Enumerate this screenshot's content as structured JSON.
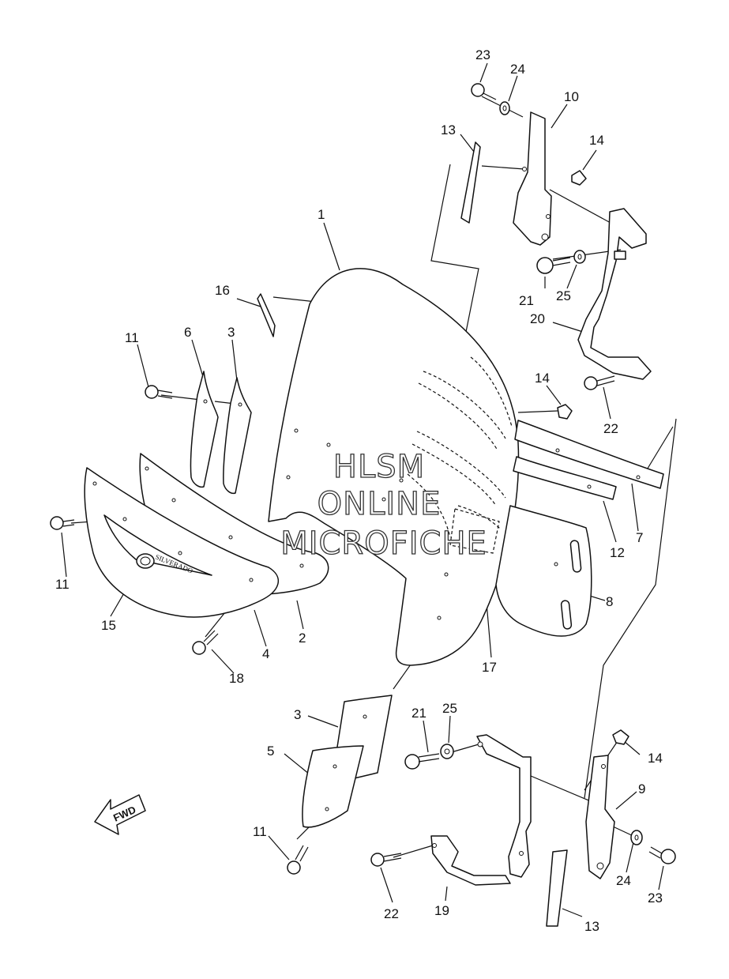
{
  "watermark": {
    "line1": "HLSM",
    "line2": "ONLINE",
    "line3": "MICROFICHE"
  },
  "direction_arrow": {
    "label": "FWD",
    "icon": "arrow-left-icon"
  },
  "emblem_text": "SILVERADO",
  "callouts": {
    "c1": "1",
    "c2": "2",
    "c3a": "3",
    "c3b": "3",
    "c4": "4",
    "c5": "5",
    "c6": "6",
    "c7": "7",
    "c8": "8",
    "c9": "9",
    "c10": "10",
    "c11a": "11",
    "c11b": "11",
    "c11c": "11",
    "c12": "12",
    "c13a": "13",
    "c13b": "13",
    "c14a": "14",
    "c14b": "14",
    "c14c": "14",
    "c15": "15",
    "c16": "16",
    "c17": "17",
    "c18": "18",
    "c19": "19",
    "c20": "20",
    "c21a": "21",
    "c21b": "21",
    "c22a": "22",
    "c22b": "22",
    "c23a": "23",
    "c23b": "23",
    "c24a": "24",
    "c24b": "24",
    "c25a": "25",
    "c25b": "25"
  }
}
